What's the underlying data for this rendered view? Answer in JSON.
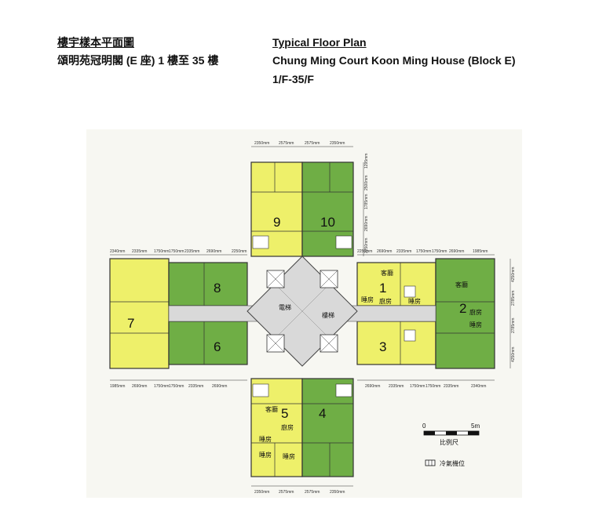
{
  "header": {
    "zh_title": "樓宇樣本平面圖",
    "zh_subtitle": "頌明苑冠明閣 (E 座) 1 樓至 35 樓",
    "en_title": "Typical Floor Plan",
    "en_subtitle_line1": "Chung Ming Court Koon Ming House (Block E)",
    "en_subtitle_line2": "1/F-35/F"
  },
  "colors": {
    "yellow_flat": "#eef06a",
    "green_flat": "#6fae45",
    "corridor": "#d9d9d9",
    "wall": "#333333"
  },
  "flats": [
    {
      "number": "9",
      "color": "yellow"
    },
    {
      "number": "10",
      "color": "green"
    },
    {
      "number": "8",
      "color": "green"
    },
    {
      "number": "7",
      "color": "yellow"
    },
    {
      "number": "6",
      "color": "green"
    },
    {
      "number": "1",
      "color": "yellow"
    },
    {
      "number": "2",
      "color": "green"
    },
    {
      "number": "3",
      "color": "yellow"
    },
    {
      "number": "5",
      "color": "yellow"
    },
    {
      "number": "4",
      "color": "green"
    }
  ],
  "room_labels": {
    "living_dining": "客廳",
    "bedroom": "睡房",
    "kitchen": "廚房",
    "lift": "電梯",
    "stair": "樓梯"
  },
  "dimensions": {
    "top_row": [
      "2350mm",
      "2575mm",
      "2575mm",
      "2350mm"
    ],
    "bottom_row": [
      "2350mm",
      "2575mm",
      "2575mm",
      "2350mm"
    ],
    "left_upper_row": [
      "2340mm",
      "2335mm",
      "1750mm",
      "1750mm",
      "2335mm",
      "2690mm",
      "2250mm"
    ],
    "left_lower_row": [
      "1985mm",
      "2690mm",
      "1750mm",
      "1750mm",
      "2335mm",
      "2690mm"
    ],
    "right_upper_row": [
      "2250mm",
      "2690mm",
      "2335mm",
      "1750mm",
      "1750mm",
      "2690mm",
      "1985mm"
    ],
    "right_lower_row": [
      "2690mm",
      "2335mm",
      "1750mm",
      "1750mm",
      "2335mm",
      "2340mm"
    ],
    "vertical_top": [
      "1295mm",
      "2500mm",
      "1785mm",
      "2690mm",
      "2250mm"
    ],
    "vertical_side": [
      "4250mm",
      "2785mm",
      "2785mm",
      "4250mm"
    ]
  },
  "scale": {
    "zero": "0",
    "five": "5m",
    "label": "比例尺"
  },
  "legend": {
    "ac_label": "冷氣機位"
  }
}
